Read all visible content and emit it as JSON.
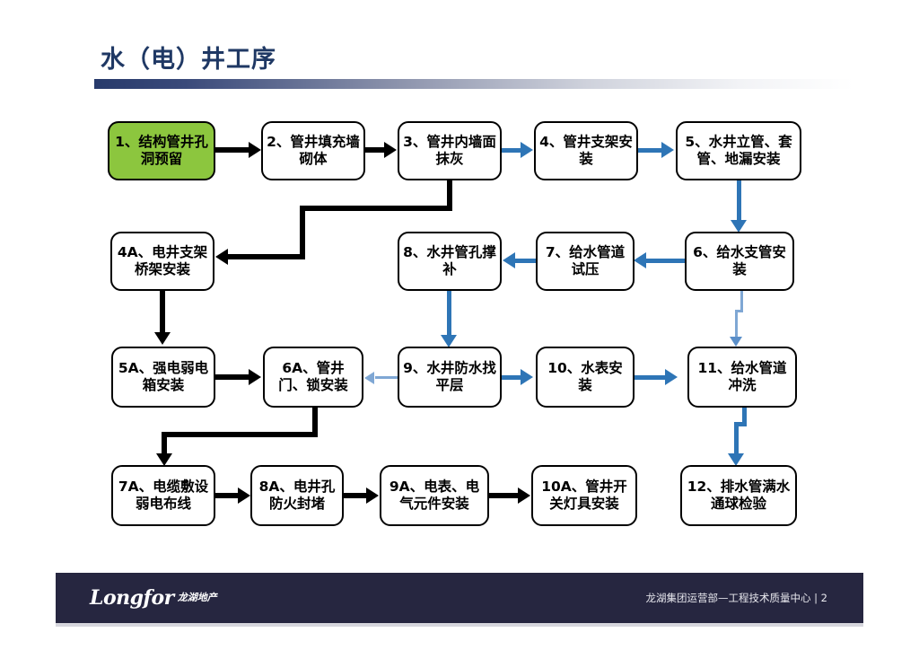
{
  "slide": {
    "title": "水（电）井工序",
    "page_number": "2"
  },
  "footer": {
    "logo_word": "Longfor",
    "logo_cn": "龙湖地产",
    "credit": "龙湖集团运营部—工程技术质量中心 | 2"
  },
  "colors": {
    "title": "#1F3864",
    "rule_start": "#273A6B",
    "highlight_green": "#8CC63E",
    "water_blue": "#2E75B6",
    "light_blue": "#7FA7D4",
    "electric_black": "#000000",
    "footer_bg": "#262640"
  },
  "flow": {
    "nodes": [
      {
        "id": "n1",
        "code": "1",
        "label": "1、结构管井孔洞预留",
        "highlight": true
      },
      {
        "id": "n2",
        "code": "2",
        "label": "2、管井填充墙砌体",
        "highlight": false
      },
      {
        "id": "n3",
        "code": "3",
        "label": "3、管井内墙面抹灰",
        "highlight": false
      },
      {
        "id": "n4",
        "code": "4",
        "label": "4、管井支架安装",
        "highlight": false
      },
      {
        "id": "n5",
        "code": "5",
        "label": "5、水井立管、套管、地漏安装",
        "highlight": false
      },
      {
        "id": "n4a",
        "code": "4A",
        "label": "4A、电井支架桥架安装",
        "highlight": false
      },
      {
        "id": "n8",
        "code": "8",
        "label": "8、水井管孔撑补",
        "highlight": false
      },
      {
        "id": "n7",
        "code": "7",
        "label": "7、给水管道试压",
        "highlight": false
      },
      {
        "id": "n6",
        "code": "6",
        "label": "6、给水支管安装",
        "highlight": false
      },
      {
        "id": "n5a",
        "code": "5A",
        "label": "5A、强电弱电箱安装",
        "highlight": false
      },
      {
        "id": "n6a",
        "code": "6A",
        "label": "6A、管井门、锁安装",
        "highlight": false
      },
      {
        "id": "n9",
        "code": "9",
        "label": "9、水井防水找平层",
        "highlight": false
      },
      {
        "id": "n10",
        "code": "10",
        "label": "10、水表安装",
        "highlight": false
      },
      {
        "id": "n11",
        "code": "11",
        "label": "11、给水管道冲洗",
        "highlight": false
      },
      {
        "id": "n7a",
        "code": "7A",
        "label": "7A、电缆敷设弱电布线",
        "highlight": false
      },
      {
        "id": "n8a",
        "code": "8A",
        "label": "8A、电井孔防火封堵",
        "highlight": false
      },
      {
        "id": "n9a",
        "code": "9A",
        "label": "9A、电表、电气元件安装",
        "highlight": false
      },
      {
        "id": "n10a",
        "code": "10A",
        "label": "10A、管井开关灯具安装",
        "highlight": false
      },
      {
        "id": "n12",
        "code": "12",
        "label": "12、排水管满水通球检验",
        "highlight": false
      }
    ],
    "edges": [
      {
        "from": "n1",
        "to": "n2",
        "color": "black"
      },
      {
        "from": "n2",
        "to": "n3",
        "color": "black"
      },
      {
        "from": "n3",
        "to": "n4",
        "color": "blue"
      },
      {
        "from": "n4",
        "to": "n5",
        "color": "blue"
      },
      {
        "from": "n5",
        "to": "n6",
        "color": "blue"
      },
      {
        "from": "n6",
        "to": "n7",
        "color": "blue"
      },
      {
        "from": "n7",
        "to": "n8",
        "color": "blue"
      },
      {
        "from": "n8",
        "to": "n9",
        "color": "blue"
      },
      {
        "from": "n9",
        "to": "n6a",
        "color": "blue"
      },
      {
        "from": "n9",
        "to": "n10",
        "color": "blue"
      },
      {
        "from": "n10",
        "to": "n11",
        "color": "blue"
      },
      {
        "from": "n6",
        "to": "n11",
        "color": "light-blue"
      },
      {
        "from": "n11",
        "to": "n12",
        "color": "blue"
      },
      {
        "from": "n3",
        "to": "n4a",
        "color": "black"
      },
      {
        "from": "n4a",
        "to": "n5a",
        "color": "black"
      },
      {
        "from": "n5a",
        "to": "n6a",
        "color": "black"
      },
      {
        "from": "n6a",
        "to": "n7a",
        "color": "black"
      },
      {
        "from": "n7a",
        "to": "n8a",
        "color": "black"
      },
      {
        "from": "n8a",
        "to": "n9a",
        "color": "black"
      },
      {
        "from": "n9a",
        "to": "n10a",
        "color": "black"
      }
    ]
  }
}
